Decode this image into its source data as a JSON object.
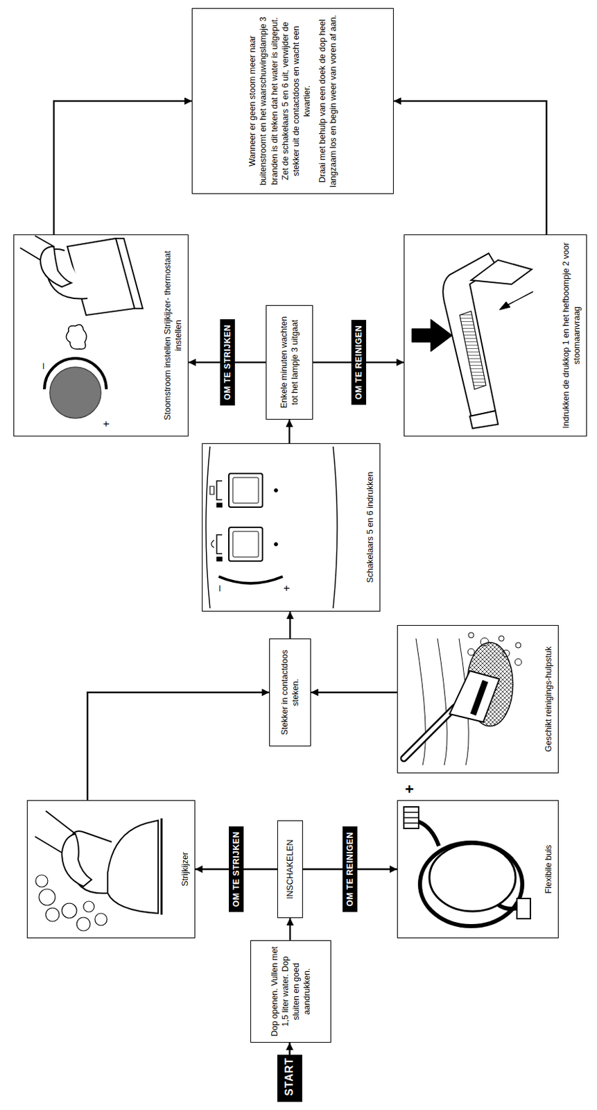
{
  "diagram": {
    "nodes": [
      {
        "text": [
          "START"
        ]
      },
      {
        "text": [
          "Dop openen. Vullen met 1,5 liter water. Dop sluiten en goed aandrukken."
        ]
      },
      {
        "text": [
          "INSCHAKELEN"
        ]
      },
      {
        "text": [
          "Strijkijzer"
        ]
      },
      {
        "text": [
          "Flexibile buis"
        ]
      },
      {
        "text": [
          "Geschikt reinigings-hulpstuk"
        ]
      },
      {
        "text": [
          "Stekker in contactdoos steken."
        ]
      },
      {
        "text": [
          "Schakelaars 5 en 6 indrukken"
        ]
      },
      {
        "text": [
          "Enkele minuten wachten tot het lampje 3 uitgaat"
        ]
      },
      {
        "text": [
          "Stoomstroom instellen Strijkijzer- thermostaat instellen"
        ]
      },
      {
        "text": [
          "Indrukken de drukkop 1 en het hefboompje 2 voor stoomaanvraag"
        ]
      },
      {
        "text": [
          "Wanneer er geen stoom meer naar buitenstroomt en het waarschuwingslampje 3 branden is dit teken dat het water is uitgeput. Zet de schakelaars 5 en 6 uit, verwijder de stekker uit de contactdoos en wacht een kwartier.",
          "Draai met behulp van een doek de dop heel langzaam los en begin weer van voren af aan."
        ]
      }
    ],
    "edges": [
      {
        "from": 0,
        "to": 1,
        "arrow": "to"
      },
      {
        "from": 1,
        "to": 2,
        "arrow": "to"
      },
      {
        "from": 2,
        "to": 3,
        "arrow": "to",
        "label": "OM TE STRIJKEN"
      },
      {
        "from": 2,
        "to": 4,
        "arrow": "to",
        "label": "OM TE REINIGEN"
      },
      {
        "from": 3,
        "to": 6,
        "arrow": "to"
      },
      {
        "from": 5,
        "to": 6,
        "arrow": "to"
      },
      {
        "from": 6,
        "to": 7,
        "arrow": "to"
      },
      {
        "from": 7,
        "to": 8,
        "arrow": "to"
      },
      {
        "from": 8,
        "to": 9,
        "arrow": "to",
        "label": "OM TE STRIJKEN"
      },
      {
        "from": 8,
        "to": 10,
        "arrow": "to",
        "label": "OM TE REINIGEN"
      },
      {
        "from": 9,
        "to": 11,
        "arrow": "to"
      },
      {
        "from": 10,
        "to": 11,
        "arrow": "to"
      }
    ],
    "labels": [
      "+",
      "+",
      "–",
      "+",
      "–"
    ]
  }
}
